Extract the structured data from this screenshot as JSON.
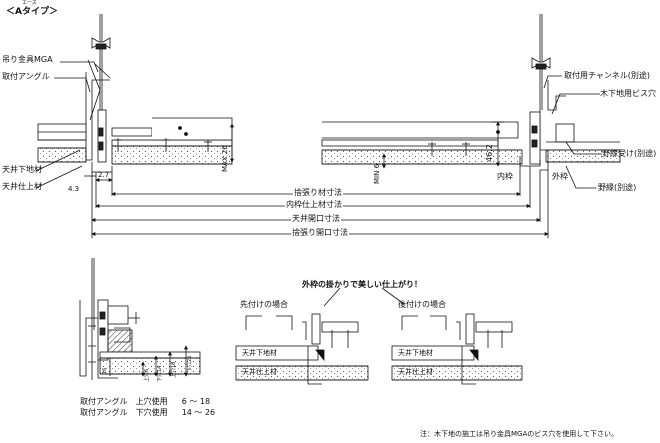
{
  "title": {
    "ruby": "エース",
    "main": "＜Aタイプ＞"
  },
  "labels_left": {
    "hanger": "吊り金具MGA",
    "angle": "取付アングル",
    "ceiling_base": "天井下地材",
    "ceiling_finish": "天井仕上材"
  },
  "labels_right": {
    "channel": "取付用チャンネル(別途)",
    "screw_hole": "木下地用ビス穴",
    "joist_holder": "野縁受け(別途)",
    "joist": "野縁(別途)"
  },
  "frame_labels": {
    "inner": "内枠",
    "outer": "外枠"
  },
  "dims": {
    "d27": "2.7",
    "d43": "4.3",
    "max26": "MAX 26",
    "min6": "MIN 6",
    "d462": "46.2",
    "row1": "捨張り材寸法",
    "row2": "内枠仕上材寸法",
    "row3": "天井開口寸法",
    "row4": "捨張り開口寸法"
  },
  "detail": {
    "d16": "16",
    "up6": "上穴6",
    "down14": "下穴14",
    "up18": "上穴18",
    "down26": "下穴26"
  },
  "angle_notes": [
    {
      "label": "取付アングル　上穴使用",
      "range": "6 ～ 18"
    },
    {
      "label": "取付アングル　下穴使用",
      "range": "14 ～ 26"
    }
  ],
  "finish": {
    "heading": "外枠の掛かりで美しい仕上がり！",
    "pre_title": "先付けの場合",
    "post_title": "後付けの場合",
    "base": "天井下地材",
    "finish": "天井仕上材"
  },
  "note": "注：木下地の施工は吊り金具MGAのビス穴を使用して下さい。"
}
